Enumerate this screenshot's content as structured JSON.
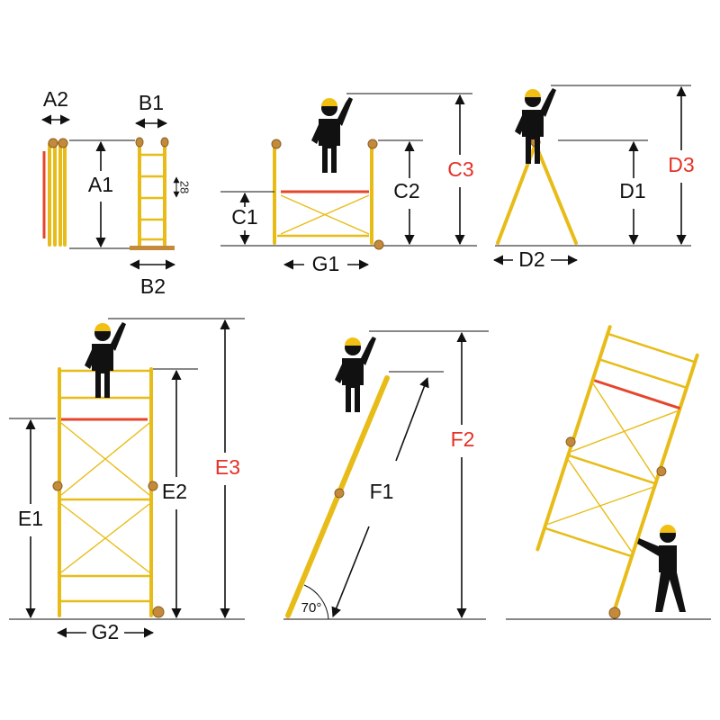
{
  "labels": {
    "a1": "A1",
    "a2": "A2",
    "b1": "B1",
    "b2": "B2",
    "rung_spacing": "28",
    "c1": "C1",
    "c2": "C2",
    "c3": "C3",
    "g1": "G1",
    "d1": "D1",
    "d2": "D2",
    "d3": "D3",
    "e1": "E1",
    "e2": "E2",
    "e3": "E3",
    "g2": "G2",
    "f1": "F1",
    "f2": "F2",
    "angle": "70°"
  },
  "colors": {
    "ladder": "#e8bc18",
    "platform": "#e6452b",
    "highlight_label": "#e53126",
    "helmet": "#f2c012"
  }
}
